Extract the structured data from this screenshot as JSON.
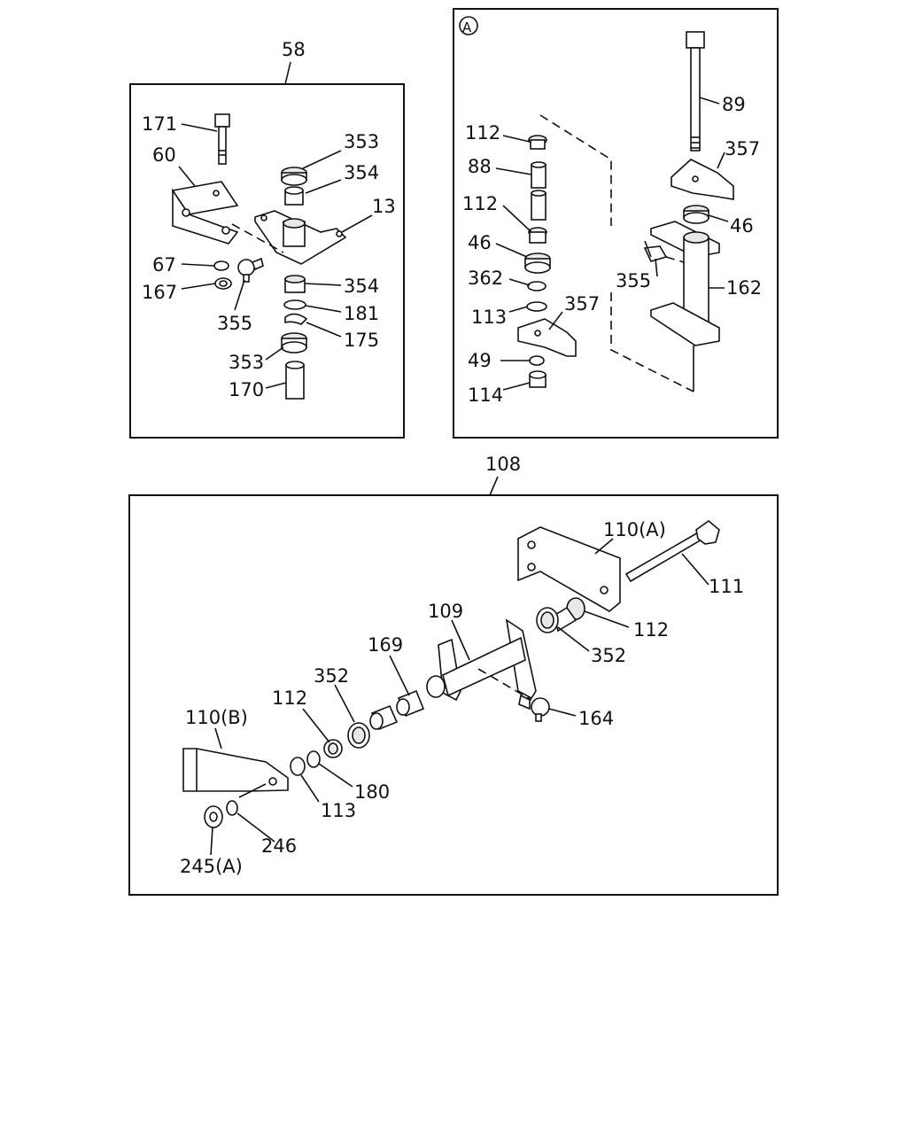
{
  "panels": {
    "top_left": {
      "title": "58",
      "labels": {
        "l171": "171",
        "l60": "60",
        "l353a": "353",
        "l354a": "354",
        "l13": "13",
        "l67": "67",
        "l167": "167",
        "l354b": "354",
        "l355": "355",
        "l181": "181",
        "l175": "175",
        "l353b": "353",
        "l170": "170"
      }
    },
    "top_right": {
      "title": "A",
      "labels": {
        "l112a": "112",
        "l89": "89",
        "l88": "88",
        "l357a": "357",
        "l112b": "112",
        "l46a": "46",
        "l46b": "46",
        "l362": "362",
        "l355": "355",
        "l162": "162",
        "l113": "113",
        "l357b": "357",
        "l49": "49",
        "l114": "114"
      }
    },
    "bottom": {
      "title": "108",
      "labels": {
        "l110A": "110(A)",
        "l111": "111",
        "l109": "109",
        "l112a": "112",
        "l169": "169",
        "l352a": "352",
        "l352b": "352",
        "l112b": "112",
        "l164": "164",
        "l110B": "110(B)",
        "l180": "180",
        "l113": "113",
        "l246": "246",
        "l245A": "245(A)"
      }
    }
  }
}
